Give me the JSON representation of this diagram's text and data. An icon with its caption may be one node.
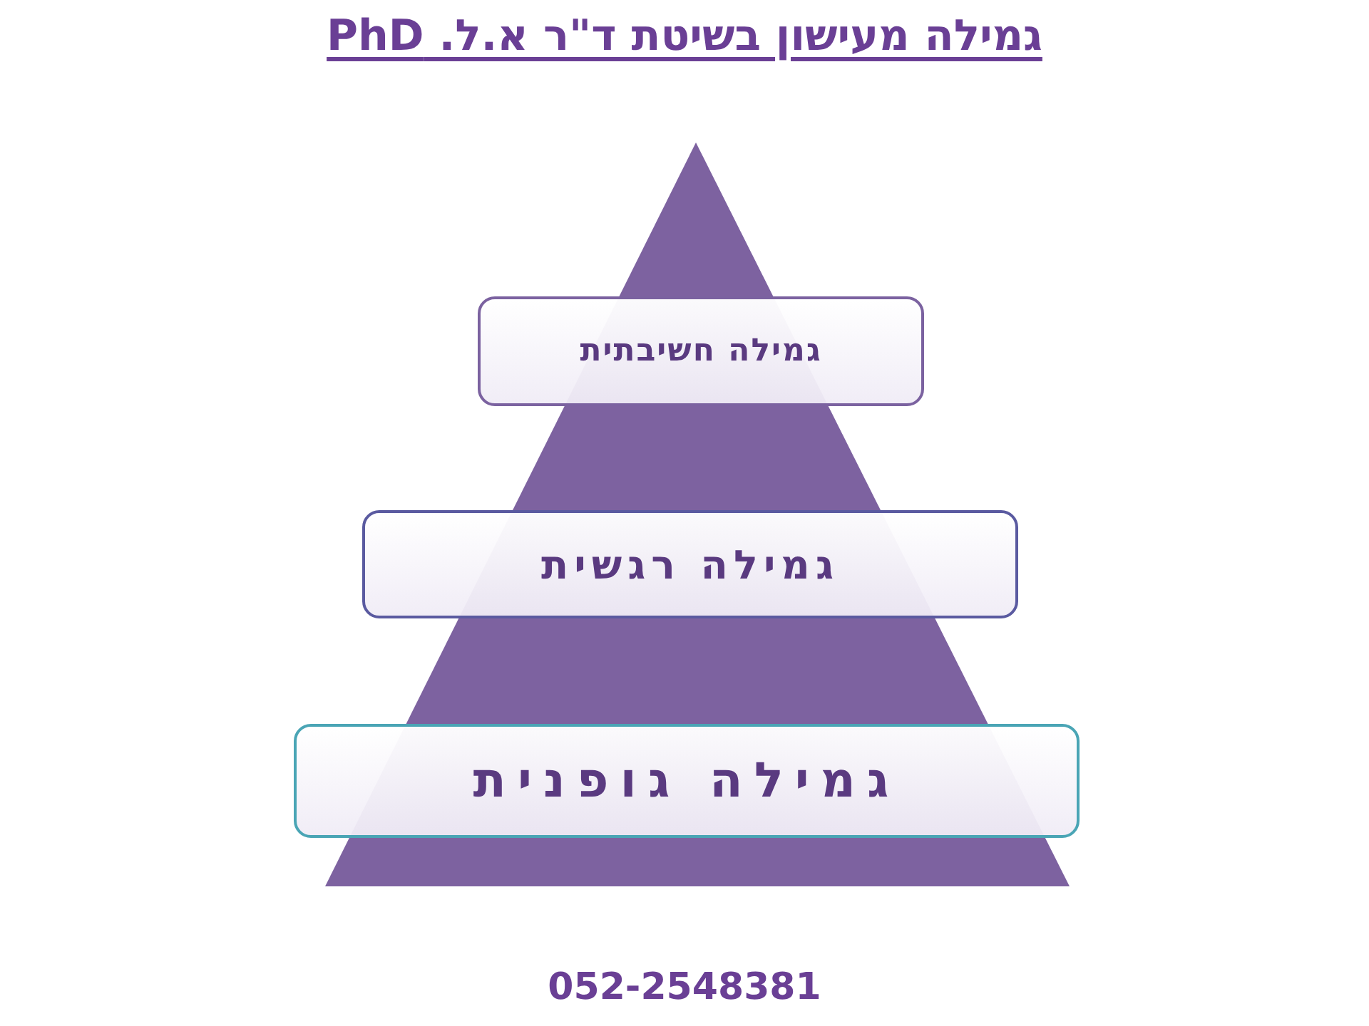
{
  "diagram": {
    "title": "גמילה מעישון בשיטת ד\"ר א.ל. PhD",
    "nodes": [
      {
        "text": [
          "גמילה חשיבתית"
        ]
      },
      {
        "text": [
          "גמילה רגשית"
        ]
      },
      {
        "text": [
          "גמילה גופנית"
        ]
      }
    ],
    "labels": [
      "052-2548381"
    ]
  }
}
